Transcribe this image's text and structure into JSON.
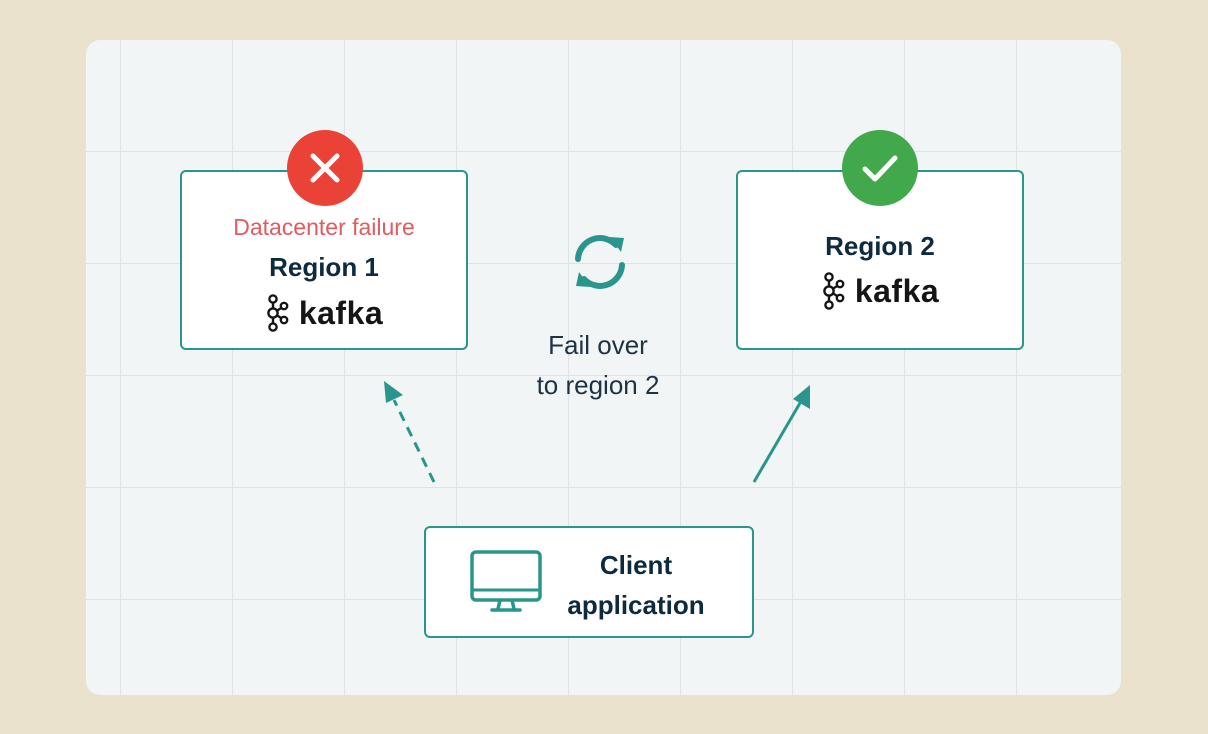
{
  "region1": {
    "status_text": "Datacenter failure",
    "title": "Region 1",
    "logo_text": "kafka",
    "status_icon": "x-icon",
    "status_color": "#EA4236"
  },
  "region2": {
    "title": "Region 2",
    "logo_text": "kafka",
    "status_icon": "check-icon",
    "status_color": "#41A84B"
  },
  "failover": {
    "line1": "Fail over",
    "line2": "to region 2",
    "icon": "sync-icon"
  },
  "client": {
    "line1": "Client",
    "line2": "application",
    "icon": "monitor-icon"
  },
  "colors": {
    "accent": "#2A958C",
    "background": "#EAE2CC",
    "panel": "#F2F5F6",
    "failure_text": "#E45A5F"
  }
}
